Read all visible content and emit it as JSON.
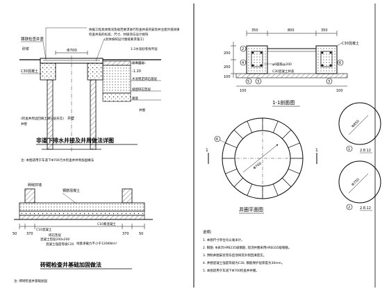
{
  "left_top": {
    "title": "非道下排水井接及井周做法详图",
    "dim_width": "Φ700",
    "notes_top": [
      "依据工程具体情况及规范要求进行检查井盖的安装并注意外观效果",
      "检查井盖的标高、尺寸、材质须与设计相符",
      "(具体按照设计图纸要求施工)"
    ],
    "labels": [
      "铸铁检查井盖",
      "C30混凝土",
      "1:2水泥砂浆找平层",
      "沥青面层",
      "水泥稳定碎石基层",
      "级配碎石垫层",
      "路基",
      "井壁",
      "井圈",
      "砂浆"
    ],
    "level_mark": "-1.20",
    "note_inner": "(检查井周边回填土须分层夯实)",
    "note_bottom": "注: 本图适用于车道下Φ700污水检查井井周加固做法"
  },
  "left_bottom": {
    "title": "砖砌检查井基础加固做法",
    "labels": [
      "砖砌井墙",
      "钢筋混凝土",
      "C10混凝土",
      "C10素混凝土",
      "混凝土强度等级C20",
      "地基承载力不小于120KN/m²",
      "碎石垫层",
      "混凝土垫层200x200"
    ],
    "dims": [
      "50",
      "370",
      "370",
      "50"
    ],
    "note": "注: 砖砌检查井基础加固"
  },
  "right_top": {
    "title": "1-1剖面图",
    "dims_top": [
      "350",
      "800",
      "350"
    ],
    "dims_side": [
      "200",
      "200",
      "100"
    ],
    "dims_bottom": [
      "100",
      "100"
    ],
    "labels": [
      "C30混凝土",
      "φ6箍筋@200",
      "C30混凝土井盖"
    ],
    "circles": [
      "2",
      "4",
      "5",
      "3",
      "3",
      "6"
    ]
  },
  "right_mid": {
    "title": "井圈平面图",
    "dim": "Φ700",
    "marker": "6",
    "section_mark": "1"
  },
  "right_side": {
    "rings": [
      {
        "dim": "Φ850",
        "label": "2.8.12"
      },
      {
        "dim": "Φ750",
        "label": "2.8.12"
      }
    ],
    "circle_nums": [
      "1",
      "2"
    ]
  },
  "notes": {
    "heading": "说明:",
    "items": [
      "1. 本图尺寸单位均以毫米计。",
      "2. 钢筋: Φ表示HPB235级钢筋, 现浇井圈采用HRB335级钢筋。",
      "3. 预制井圈安装完毕后须将其外侧回填密实。",
      "4. 井圈混凝土强度等级为C30, 钢筋保护层厚度为30mm。",
      "5. 本图适用于车道下Φ700检查井井圈。"
    ]
  }
}
